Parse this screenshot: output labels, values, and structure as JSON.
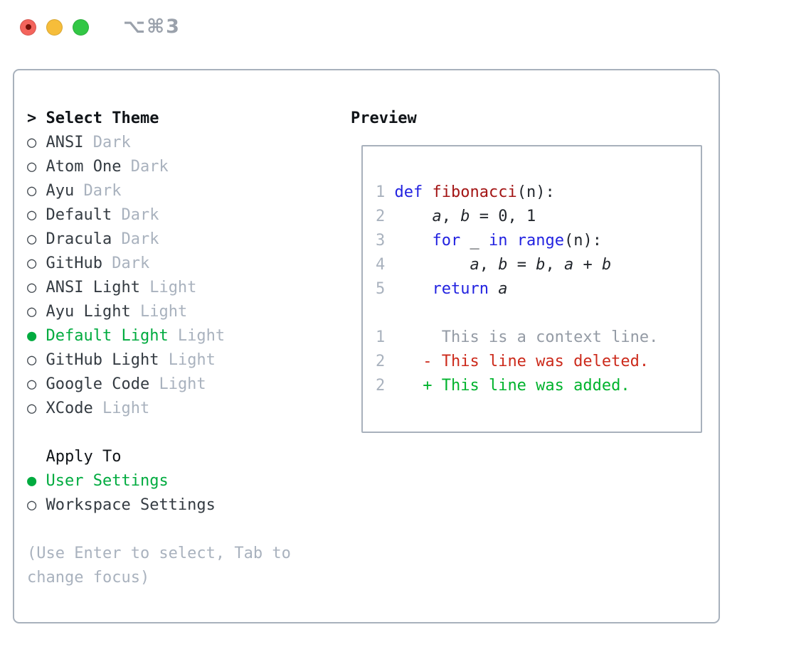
{
  "titlebar": {
    "shortcut": "⌥⌘3",
    "buttons": [
      "close",
      "minimize",
      "zoom"
    ]
  },
  "theme_list": {
    "header": "Select Theme",
    "header_prefix": ">",
    "items": [
      {
        "name": "ANSI",
        "variant": "Dark",
        "selected": false
      },
      {
        "name": "Atom One",
        "variant": "Dark",
        "selected": false
      },
      {
        "name": "Ayu",
        "variant": "Dark",
        "selected": false
      },
      {
        "name": "Default",
        "variant": "Dark",
        "selected": false
      },
      {
        "name": "Dracula",
        "variant": "Dark",
        "selected": false
      },
      {
        "name": "GitHub",
        "variant": "Dark",
        "selected": false
      },
      {
        "name": "ANSI Light",
        "variant": "Light",
        "selected": false
      },
      {
        "name": "Ayu Light",
        "variant": "Light",
        "selected": false
      },
      {
        "name": "Default Light",
        "variant": "Light",
        "selected": true
      },
      {
        "name": "GitHub Light",
        "variant": "Light",
        "selected": false
      },
      {
        "name": "Google Code",
        "variant": "Light",
        "selected": false
      },
      {
        "name": "XCode",
        "variant": "Light",
        "selected": false
      }
    ],
    "bullet_unselected": "○",
    "bullet_selected": "●"
  },
  "apply_to": {
    "header": "Apply To",
    "options": [
      {
        "label": "User Settings",
        "selected": true
      },
      {
        "label": "Workspace Settings",
        "selected": false
      }
    ]
  },
  "help_lines": [
    "(Use Enter to select, Tab to",
    "change focus)"
  ],
  "preview": {
    "header": "Preview",
    "lines": [
      {
        "num": "1",
        "kind": "code",
        "tokens": [
          {
            "c": "kw",
            "t": "def"
          },
          {
            "c": "pl",
            "t": " "
          },
          {
            "c": "fn",
            "t": "fibonacci"
          },
          {
            "c": "pl",
            "t": "(n):"
          }
        ]
      },
      {
        "num": "2",
        "kind": "code",
        "tokens": [
          {
            "c": "pl",
            "t": "    "
          },
          {
            "c": "var",
            "t": "a"
          },
          {
            "c": "pl",
            "t": ", "
          },
          {
            "c": "var",
            "t": "b"
          },
          {
            "c": "pl",
            "t": " = 0, 1"
          }
        ]
      },
      {
        "num": "3",
        "kind": "code",
        "tokens": [
          {
            "c": "pl",
            "t": "    "
          },
          {
            "c": "kw",
            "t": "for"
          },
          {
            "c": "pl",
            "t": " _ "
          },
          {
            "c": "kw",
            "t": "in"
          },
          {
            "c": "pl",
            "t": " "
          },
          {
            "c": "kw",
            "t": "range"
          },
          {
            "c": "pl",
            "t": "(n):"
          }
        ]
      },
      {
        "num": "4",
        "kind": "code",
        "tokens": [
          {
            "c": "pl",
            "t": "        "
          },
          {
            "c": "var",
            "t": "a"
          },
          {
            "c": "pl",
            "t": ", "
          },
          {
            "c": "var",
            "t": "b"
          },
          {
            "c": "pl",
            "t": " = "
          },
          {
            "c": "var",
            "t": "b"
          },
          {
            "c": "pl",
            "t": ", "
          },
          {
            "c": "var",
            "t": "a"
          },
          {
            "c": "pl",
            "t": " + "
          },
          {
            "c": "var",
            "t": "b"
          }
        ]
      },
      {
        "num": "5",
        "kind": "code",
        "tokens": [
          {
            "c": "pl",
            "t": "    "
          },
          {
            "c": "kw",
            "t": "return"
          },
          {
            "c": "pl",
            "t": " "
          },
          {
            "c": "var",
            "t": "a"
          }
        ]
      },
      {
        "num": "",
        "kind": "blank",
        "tokens": []
      },
      {
        "num": "1",
        "kind": "diff-context",
        "tokens": [
          {
            "c": "ctx",
            "t": "     This is a context line."
          }
        ]
      },
      {
        "num": "2",
        "kind": "diff-deleted",
        "tokens": [
          {
            "c": "del",
            "t": "   - This line was deleted."
          }
        ]
      },
      {
        "num": "2",
        "kind": "diff-added",
        "tokens": [
          {
            "c": "add",
            "t": "   + This line was added."
          }
        ]
      }
    ]
  },
  "colors": {
    "border": "#a8b1bc",
    "header": "#101418",
    "dark": "#343b42",
    "muted": "#a9b2be",
    "bullet": "#40474e",
    "green": "#00ab3f",
    "kw": "#2222e0",
    "fn": "#a31515",
    "code": "#23272d",
    "ctx": "#949ba5",
    "del": "#cc2a1b",
    "add": "#00b32d",
    "shortcut": "#9aa1ab",
    "tl_red": "#f4645c",
    "tl_red_dot": "#741008",
    "tl_yellow": "#f6bd3a",
    "tl_green": "#32c745"
  }
}
